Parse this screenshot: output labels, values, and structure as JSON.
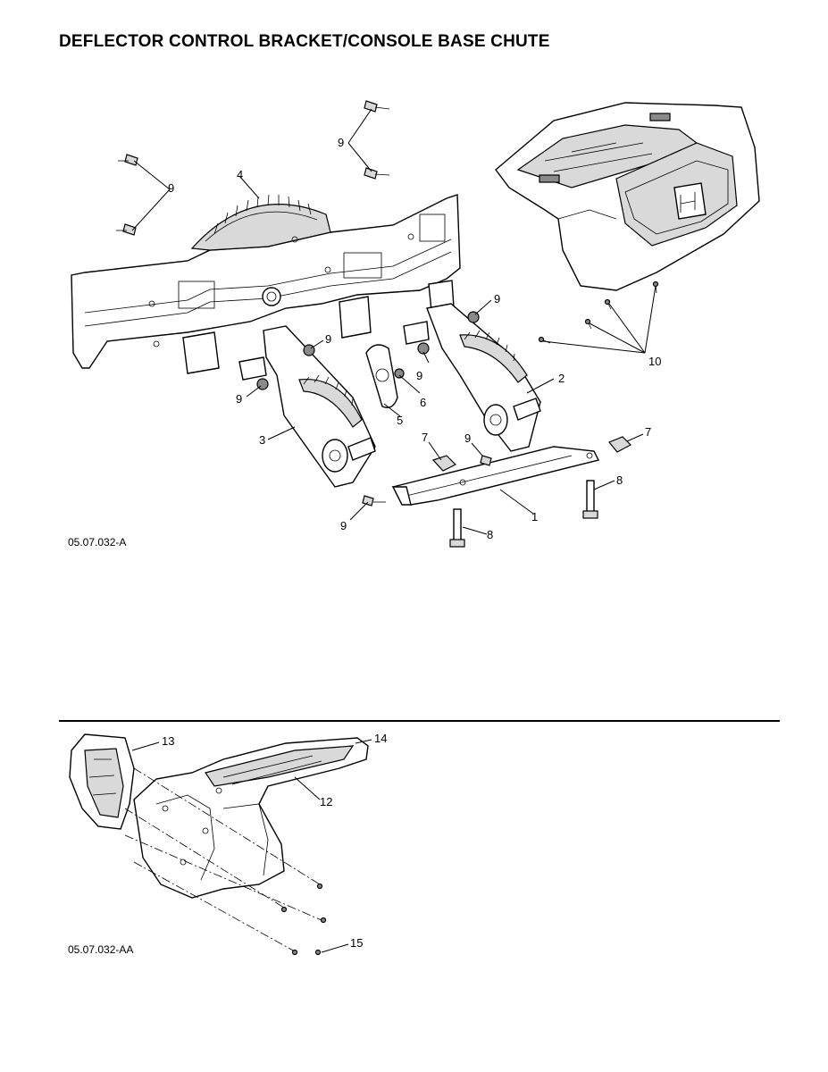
{
  "title": "DEFLECTOR CONTROL BRACKET/CONSOLE BASE CHUTE",
  "diagram_top": {
    "code": "05.07.032-A",
    "callouts": [
      "1",
      "2",
      "3",
      "4",
      "5",
      "6",
      "7",
      "7",
      "8",
      "8",
      "9",
      "9",
      "9",
      "9",
      "9",
      "9",
      "9",
      "9",
      "10"
    ]
  },
  "diagram_bottom": {
    "code": "05.07.032-AA",
    "callouts": [
      "12",
      "13",
      "14",
      "15"
    ]
  }
}
